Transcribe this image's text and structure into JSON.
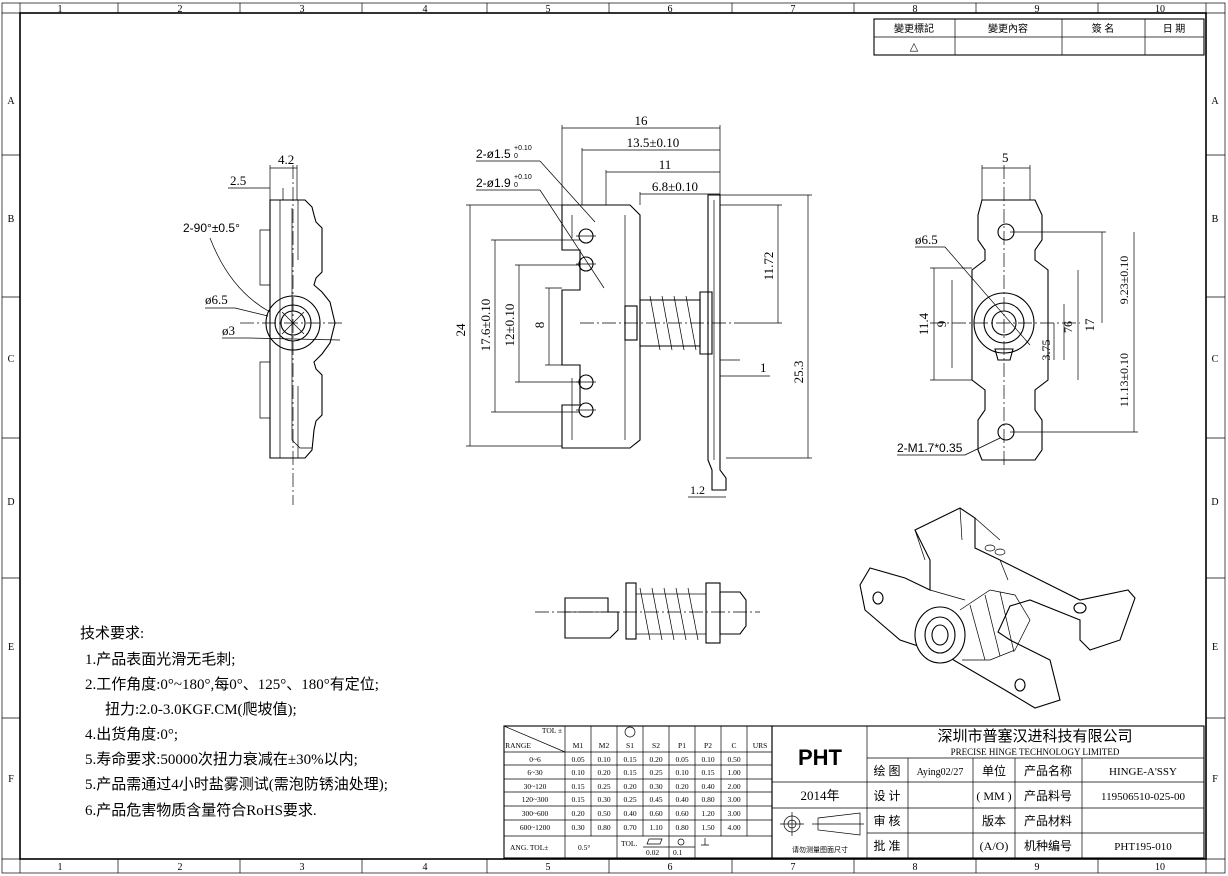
{
  "frame": {
    "columns": [
      "1",
      "2",
      "3",
      "4",
      "5",
      "6",
      "7",
      "8",
      "9",
      "10"
    ],
    "rows": [
      "A",
      "B",
      "C",
      "D",
      "E",
      "F"
    ]
  },
  "revision_table": {
    "headers": [
      "變更標記",
      "變更內容",
      "簽 名",
      "日 期"
    ],
    "mark": "△"
  },
  "dimensions": {
    "left_view": {
      "d1": "4.2",
      "d2": "2.5",
      "angle": "2-90°±0.5°",
      "phi65": "ø6.5",
      "phi3": "ø3"
    },
    "front_view": {
      "w16": "16",
      "w135": "13.5±0.10",
      "w11": "11",
      "w68": "6.8±0.10",
      "hole1": "2-ø1.5",
      "hole1_tol_up": "+0.10",
      "hole1_tol_low": "0",
      "hole2": "2-ø1.9",
      "hole2_tol_up": "+0.10",
      "hole2_tol_low": "0",
      "h24": "24",
      "h176": "17.6±0.10",
      "h12": "12±0.10",
      "h8": "8",
      "h1172": "11.72",
      "h253": "25.3",
      "d1": "1",
      "d12": "1.2"
    },
    "right_view": {
      "w5": "5",
      "phi65": "ø6.5",
      "h114": "11.4",
      "h9": "9",
      "d375": "3.75",
      "d76": "76",
      "d17": "17",
      "d923": "9.23±0.10",
      "d1113": "11.13±0.10",
      "screw": "2-M1.7*0.35"
    }
  },
  "tech_requirements": {
    "title": "技术要求:",
    "items": [
      "1.产品表面光滑无毛刺;",
      "2.工作角度:0°~180°,每0°、125°、180°有定位;",
      "扭力:2.0-3.0KGF.CM(爬坡值);",
      "4.出货角度:0°;",
      "5.寿命要求:50000次扭力衰减在±30%以内;",
      "5.产品需通过4小时盐雾测试(需泡防锈油处理);",
      "6.产品危害物质含量符合RoHS要求."
    ]
  },
  "tolerance_table": {
    "corner_top": "TOL ±",
    "corner_bottom": "RANGE",
    "headers": [
      "M1",
      "M2",
      "S1",
      "S2",
      "P1",
      "P2",
      "C",
      "URS"
    ],
    "rows": [
      [
        "0~6",
        "0.05",
        "0.10",
        "0.15",
        "0.20",
        "0.05",
        "0.10",
        "0.50",
        ""
      ],
      [
        "6~30",
        "0.10",
        "0.20",
        "0.15",
        "0.25",
        "0.10",
        "0.15",
        "1.00",
        ""
      ],
      [
        "30~120",
        "0.15",
        "0.25",
        "0.20",
        "0.30",
        "0.20",
        "0.40",
        "2.00",
        ""
      ],
      [
        "120~300",
        "0.15",
        "0.30",
        "0.25",
        "0.45",
        "0.40",
        "0.80",
        "3.00",
        ""
      ],
      [
        "300~600",
        "0.20",
        "0.50",
        "0.40",
        "0.60",
        "0.60",
        "1.20",
        "3.00",
        ""
      ],
      [
        "600~1200",
        "0.30",
        "0.80",
        "0.70",
        "1.10",
        "0.80",
        "1.50",
        "4.00",
        ""
      ]
    ],
    "ang_label": "ANG. TOL±",
    "ang_value": "0.5°",
    "tol_label": "TOL.",
    "flat_value": "0.02",
    "pos_value": "0.1"
  },
  "title_block": {
    "logo": "PHT",
    "year": "2014年",
    "company_cn": "深圳市普塞汉进科技有限公司",
    "company_en": "PRECISE HINGE TECHNOLOGY LIMITED",
    "draw_label": "绘 图",
    "drawer": "Aying02/27",
    "unit_label": "单位",
    "unit_value": "( MM )",
    "name_label": "产品名称",
    "name_value": "HINGE-A'SSY",
    "design_label": "设 计",
    "partno_label": "产品料号",
    "partno_value": "119506510-025-00",
    "check_label": "审 核",
    "version_label": "版本",
    "version_value": "(A/O)",
    "material_label": "产品材料",
    "material_value": "",
    "approve_label": "批 准",
    "model_label": "机种编号",
    "model_value": "PHT195-010",
    "projection_note": "请勿测量图面尺寸"
  }
}
